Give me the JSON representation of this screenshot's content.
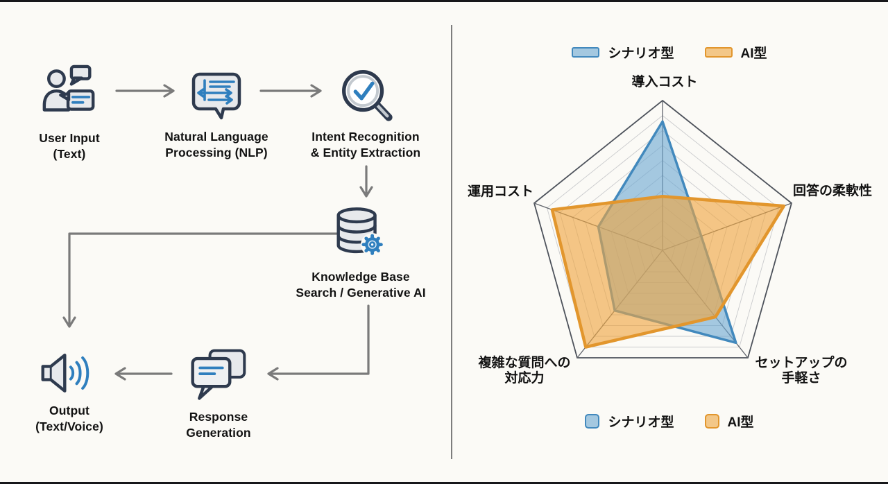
{
  "colors": {
    "background": "#fbfaf6",
    "icon_outline": "#2e3a4e",
    "icon_fill": "#e7e9ec",
    "icon_accent_blue": "#2f7fbe",
    "arrow_gray": "#7a7a7a",
    "scenario_blue": "#4289bd",
    "ai_orange": "#e2962d"
  },
  "flowchart": {
    "nodes": [
      {
        "id": "user-input",
        "label_lines": [
          "User Input",
          "(Text)"
        ]
      },
      {
        "id": "nlp",
        "label_lines": [
          "Natural Language",
          "Processing (NLP)"
        ]
      },
      {
        "id": "intent",
        "label_lines": [
          "Intent Recognition",
          "& Entity Extraction"
        ]
      },
      {
        "id": "knowledge-base",
        "label_lines": [
          "Knowledge Base",
          "Search / Generative AI"
        ]
      },
      {
        "id": "response",
        "label_lines": [
          "Response",
          "Generation"
        ]
      },
      {
        "id": "output",
        "label_lines": [
          "Output",
          "(Text/Voice)"
        ]
      }
    ]
  },
  "chart_data": {
    "type": "radar",
    "categories": [
      "導入コスト",
      "回答の柔軟性",
      "セットアップの手軽さ",
      "複雑な質問への対応力",
      "運用コスト"
    ],
    "axis_label_lines": [
      [
        "導入コスト"
      ],
      [
        "回答の柔軟性"
      ],
      [
        "セットアップの",
        "手軽さ"
      ],
      [
        "複雑な質問への",
        "対応力"
      ],
      [
        "運用コスト"
      ]
    ],
    "series": [
      {
        "name": "シナリオ型",
        "values": [
          4.3,
          1.5,
          4.3,
          2.8,
          2.5
        ],
        "stroke": "#4289bd",
        "fill": "#6ba6d2",
        "fill_opacity": 0.6
      },
      {
        "name": "AI型",
        "values": [
          1.8,
          4.7,
          3.1,
          4.5,
          4.3
        ],
        "stroke": "#e2962d",
        "fill": "#efa53f",
        "fill_opacity": 0.62
      }
    ],
    "max": 5,
    "ylim": [
      0,
      5
    ],
    "rings": 10,
    "grid_on": true,
    "grid_color": "#c9cacc",
    "outline_color": "#4d525b",
    "spoke_color": "#60646b",
    "legend_position": "top-and-bottom"
  }
}
